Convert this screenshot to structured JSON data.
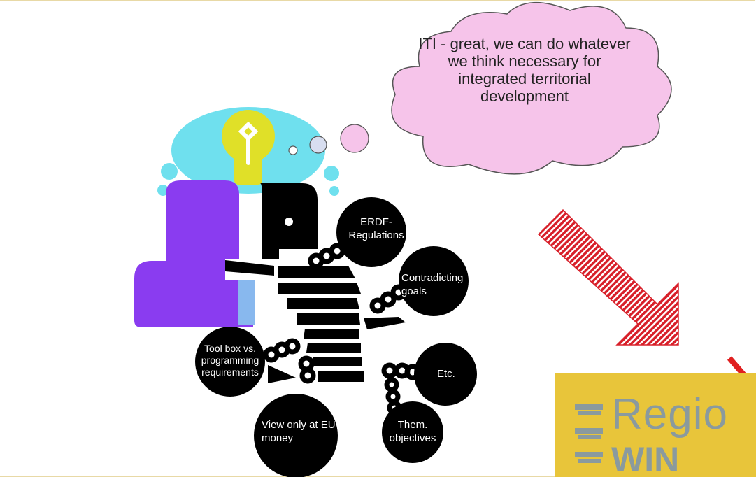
{
  "cloud": {
    "text": "ITI - great, we can do whatever we think necessary for integrated territorial development"
  },
  "labels": [
    "ERDF-Regulations",
    "Contradicting goals",
    "Etc.",
    "Tool box vs. programming requirements",
    "View only at EU money",
    "Them. objectives"
  ],
  "logo": {
    "line1": "Regio",
    "line2": "WIN"
  }
}
